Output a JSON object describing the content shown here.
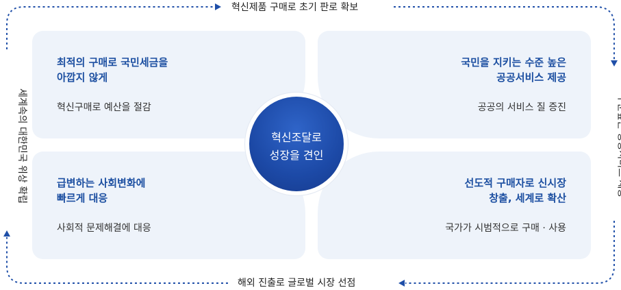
{
  "outer_cycle": {
    "top": "혁신제품 구매로 초기 판로 확보",
    "right": "수준높은 공공서비스 제공",
    "bottom": "해외 진출로 글로벌 시장 선점",
    "left": "세계속의 대한민국 위상 확립"
  },
  "center": {
    "line1": "혁신조달로",
    "line2": "성장을 견인"
  },
  "quadrants": {
    "top_left": {
      "title1": "최적의 구매로 국민세금을",
      "title2": "아깝지 않게",
      "desc": "혁신구매로 예산을 절감"
    },
    "top_right": {
      "title1": "국민을 지키는 수준 높은",
      "title2": "공공서비스 제공",
      "desc": "공공의 서비스 질 증진"
    },
    "bottom_left": {
      "title1": "급변하는 사회변화에",
      "title2": "빠르게 대응",
      "desc": "사회적 문제해결에 대응"
    },
    "bottom_right": {
      "title1": "선도적 구매자로 신시장",
      "title2": "창출, 세계로 확산",
      "desc": "국가가 시범적으로 구매 · 사용"
    }
  },
  "colors": {
    "accent": "#1c4fa1",
    "panel": "#eef3fa",
    "arrow": "#1f4fa8"
  }
}
